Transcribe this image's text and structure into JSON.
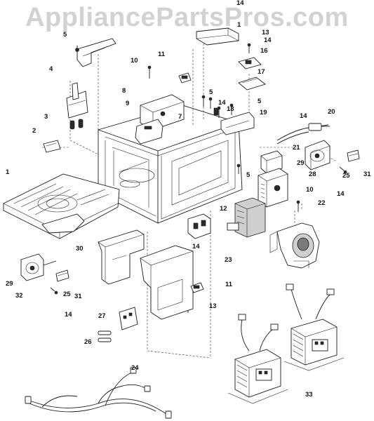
{
  "watermark": "AppliancePartsPros.com",
  "callouts": [
    "14",
    "1",
    "13",
    "5",
    "14",
    "16",
    "17",
    "4",
    "11",
    "10",
    "5",
    "8",
    "9",
    "7",
    "14",
    "18",
    "5",
    "19",
    "14",
    "20",
    "3",
    "2",
    "21",
    "29",
    "31",
    "28",
    "25",
    "14",
    "1",
    "5",
    "12",
    "10",
    "22",
    "30",
    "14",
    "23",
    "29",
    "32",
    "31",
    "25",
    "14",
    "11",
    "13",
    "27",
    "26",
    "24",
    "33"
  ]
}
